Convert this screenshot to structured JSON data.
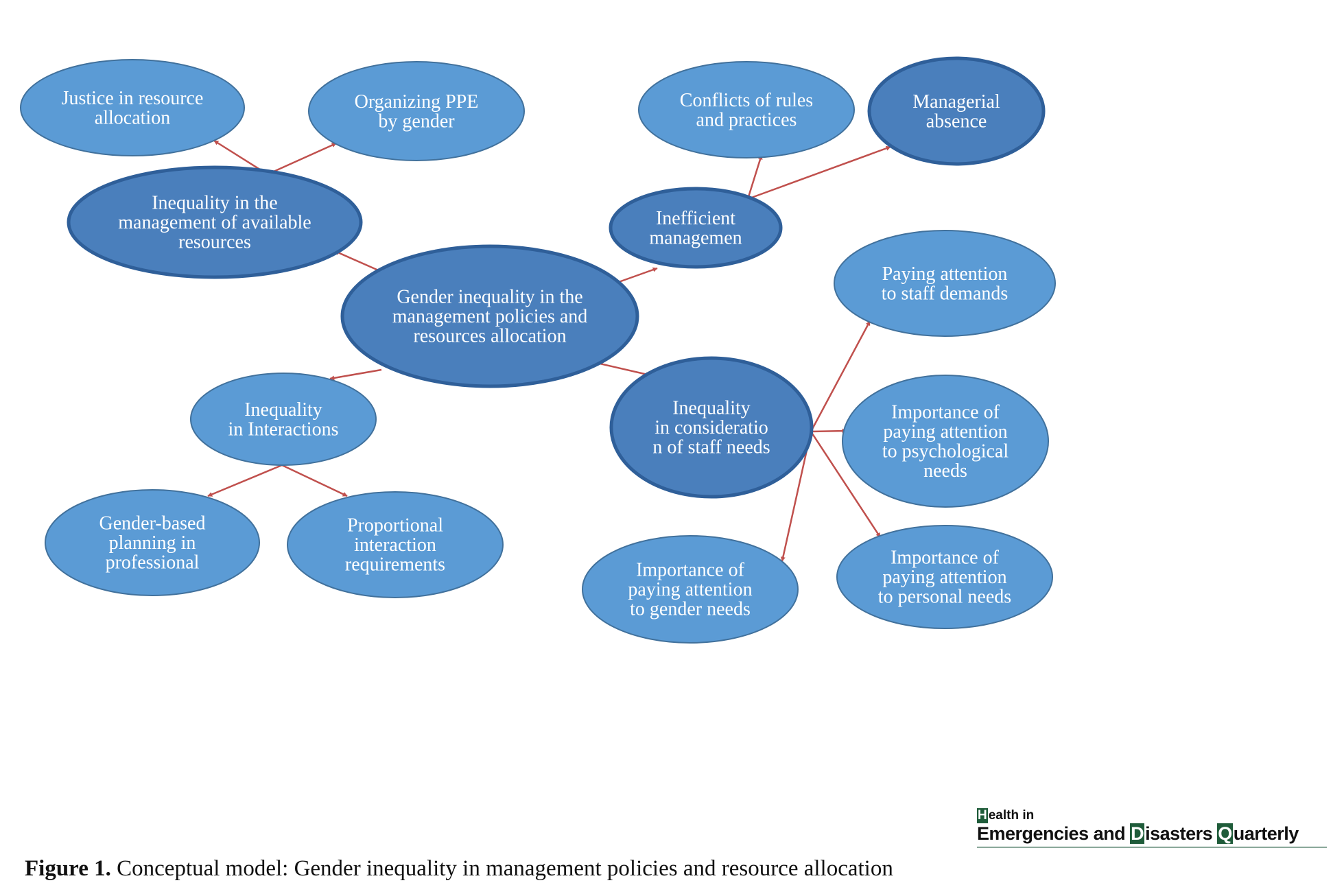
{
  "colors": {
    "light_fill": "#5b9bd5",
    "dark_fill": "#4a7fbc",
    "light_stroke": "#41719c",
    "dark_stroke": "#2f5f99",
    "arrow": "#c0504d",
    "text": "#ffffff",
    "logo_accent": "#1f5c3a"
  },
  "nodes": [
    {
      "id": "center",
      "style": "dark",
      "lines": [
        "Gender inequality in the",
        "management policies and",
        "resources allocation"
      ]
    },
    {
      "id": "resources",
      "style": "dark",
      "lines": [
        "Inequality in the",
        "management of available",
        "resources"
      ]
    },
    {
      "id": "justice",
      "style": "light",
      "lines": [
        "Justice in resource",
        "allocation"
      ]
    },
    {
      "id": "ppe",
      "style": "light",
      "lines": [
        "Organizing PPE",
        "by gender"
      ]
    },
    {
      "id": "inefficient",
      "style": "dark",
      "lines": [
        "Inefficient",
        "managemen"
      ]
    },
    {
      "id": "conflicts",
      "style": "light",
      "lines": [
        "Conflicts of rules",
        "and practices"
      ]
    },
    {
      "id": "absence",
      "style": "dark",
      "lines": [
        "Managerial",
        "absence"
      ]
    },
    {
      "id": "interactions",
      "style": "light",
      "lines": [
        "Inequality",
        "in Interactions"
      ]
    },
    {
      "id": "planning",
      "style": "light",
      "lines": [
        "Gender-based",
        "planning in",
        "professional"
      ]
    },
    {
      "id": "proportional",
      "style": "light",
      "lines": [
        "Proportional",
        "interaction",
        "requirements"
      ]
    },
    {
      "id": "staffneeds",
      "style": "dark",
      "lines": [
        "Inequality",
        "in consideratio",
        "n of staff needs"
      ]
    },
    {
      "id": "demands",
      "style": "light",
      "lines": [
        "Paying attention",
        "to staff demands"
      ]
    },
    {
      "id": "psych",
      "style": "light",
      "lines": [
        "Importance of",
        "paying attention",
        "to psychological",
        "needs"
      ]
    },
    {
      "id": "personal",
      "style": "light",
      "lines": [
        "Importance of",
        "paying attention",
        "to personal needs"
      ]
    },
    {
      "id": "gender",
      "style": "light",
      "lines": [
        "Importance of",
        "paying attention",
        "to gender needs"
      ]
    }
  ],
  "edges": [
    {
      "from": "center",
      "to": "resources"
    },
    {
      "from": "center",
      "to": "inefficient"
    },
    {
      "from": "center",
      "to": "interactions"
    },
    {
      "from": "center",
      "to": "staffneeds"
    },
    {
      "from": "resources",
      "to": "justice"
    },
    {
      "from": "resources",
      "to": "ppe"
    },
    {
      "from": "inefficient",
      "to": "conflicts"
    },
    {
      "from": "inefficient",
      "to": "absence"
    },
    {
      "from": "interactions",
      "to": "planning"
    },
    {
      "from": "interactions",
      "to": "proportional"
    },
    {
      "from": "staffneeds",
      "to": "demands"
    },
    {
      "from": "staffneeds",
      "to": "psych"
    },
    {
      "from": "staffneeds",
      "to": "personal"
    },
    {
      "from": "staffneeds",
      "to": "gender"
    }
  ],
  "caption": {
    "label": "Figure 1.",
    "text": "Conceptual model: Gender inequality in management policies and resource allocation"
  },
  "logo": {
    "line1_cap": "H",
    "line1_rest": "ealth in",
    "line2_a": "Emergencies and ",
    "line2_cap_d": "D",
    "line2_b": "isasters ",
    "line2_cap_q": "Q",
    "line2_c": "uarterly"
  }
}
